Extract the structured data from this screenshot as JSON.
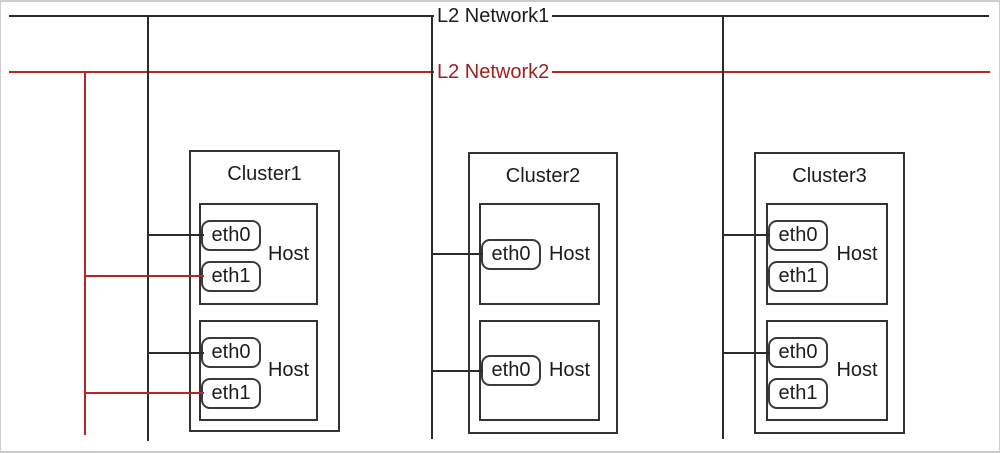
{
  "diagram": {
    "networks": [
      {
        "id": "l2-network1",
        "label": "L2 Network1",
        "line_color": "#2b2b2b",
        "text_color": "#1c1c1c"
      },
      {
        "id": "l2-network2",
        "label": "L2 Network2",
        "line_color": "#bb2424",
        "text_color": "#a02020"
      }
    ],
    "clusters": [
      {
        "title": "Cluster1",
        "hosts": [
          {
            "label": "Host",
            "interfaces": [
              "eth0",
              "eth1"
            ]
          },
          {
            "label": "Host",
            "interfaces": [
              "eth0",
              "eth1"
            ]
          }
        ]
      },
      {
        "title": "Cluster2",
        "hosts": [
          {
            "label": "Host",
            "interfaces": [
              "eth0"
            ]
          },
          {
            "label": "Host",
            "interfaces": [
              "eth0"
            ]
          }
        ]
      },
      {
        "title": "Cluster3",
        "hosts": [
          {
            "label": "Host",
            "interfaces": [
              "eth0",
              "eth1"
            ]
          },
          {
            "label": "Host",
            "interfaces": [
              "eth0",
              "eth1"
            ]
          }
        ]
      }
    ],
    "connections": [
      {
        "cluster": "Cluster1",
        "host": 1,
        "interface": "eth0",
        "network": "L2 Network1"
      },
      {
        "cluster": "Cluster1",
        "host": 1,
        "interface": "eth1",
        "network": "L2 Network2"
      },
      {
        "cluster": "Cluster1",
        "host": 2,
        "interface": "eth0",
        "network": "L2 Network1"
      },
      {
        "cluster": "Cluster1",
        "host": 2,
        "interface": "eth1",
        "network": "L2 Network2"
      },
      {
        "cluster": "Cluster2",
        "host": 1,
        "interface": "eth0",
        "network": "L2 Network1"
      },
      {
        "cluster": "Cluster2",
        "host": 2,
        "interface": "eth0",
        "network": "L2 Network1"
      },
      {
        "cluster": "Cluster3",
        "host": 1,
        "interface": "eth0",
        "network": "L2 Network1"
      },
      {
        "cluster": "Cluster3",
        "host": 2,
        "interface": "eth0",
        "network": "L2 Network1"
      }
    ]
  }
}
